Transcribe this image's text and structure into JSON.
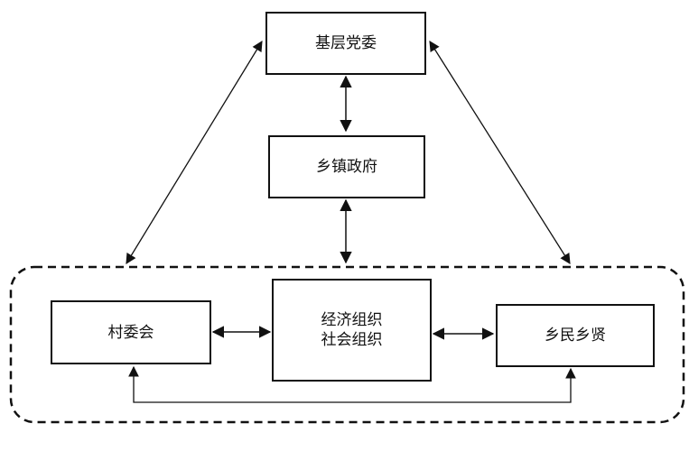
{
  "diagram": {
    "nodes": {
      "party_committee": "基层党委",
      "township_government": "乡镇政府",
      "village_committee": "村委会",
      "organizations_line1": "经济组织",
      "organizations_line2": "社会组织",
      "local_gentry": "乡民乡贤"
    }
  }
}
